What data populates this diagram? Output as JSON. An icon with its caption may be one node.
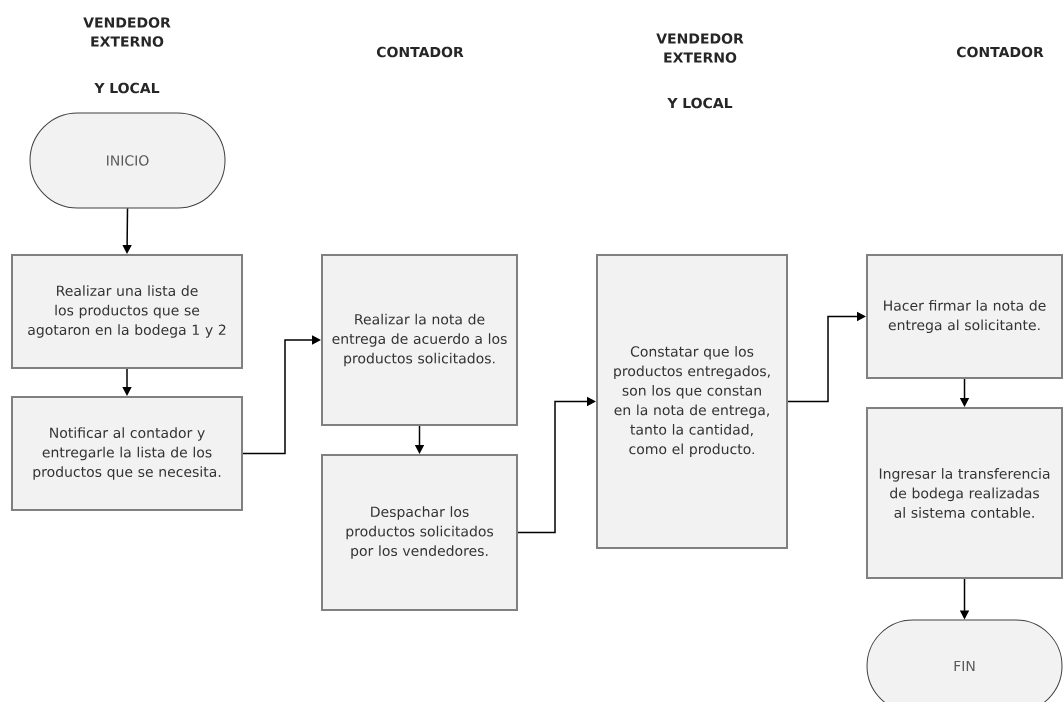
{
  "diagram": {
    "nodes": [
      {
        "text": [
          "INICIO"
        ]
      },
      {
        "text": [
          "Realizar una lista de los productos que se agotaron en la bodega 1 y 2"
        ]
      },
      {
        "text": [
          "Notificar al contador y entregarle la lista de los productos que se necesita."
        ]
      },
      {
        "text": [
          "Realizar la nota de entrega de acuerdo a los productos solicitados."
        ]
      },
      {
        "text": [
          "Despachar los productos solicitados por los vendedores."
        ]
      },
      {
        "text": [
          "Constatar que los productos entregados, son los que constan en la nota de entrega, tanto la cantidad, como el producto."
        ]
      },
      {
        "text": [
          "Hacer firmar la nota de entrega al solicitante."
        ]
      },
      {
        "text": [
          "Ingresar la transferencia de bodega realizadas al sistema contable."
        ]
      },
      {
        "text": [
          "FIN"
        ]
      }
    ],
    "edges": [
      {
        "from": 0,
        "to": 1,
        "arrow": "to"
      },
      {
        "from": 1,
        "to": 2,
        "arrow": "to"
      },
      {
        "from": 2,
        "to": 3,
        "arrow": "to"
      },
      {
        "from": 3,
        "to": 4,
        "arrow": "to"
      },
      {
        "from": 4,
        "to": 5,
        "arrow": "to"
      },
      {
        "from": 5,
        "to": 6,
        "arrow": "to"
      },
      {
        "from": 6,
        "to": 7,
        "arrow": "to"
      },
      {
        "from": 7,
        "to": 8,
        "arrow": "to"
      }
    ],
    "labels": [
      "VENDEDOR EXTERNO",
      "Y LOCAL",
      "CONTADOR",
      "VENDEDOR EXTERNO",
      "Y LOCAL",
      "CONTADOR"
    ]
  }
}
